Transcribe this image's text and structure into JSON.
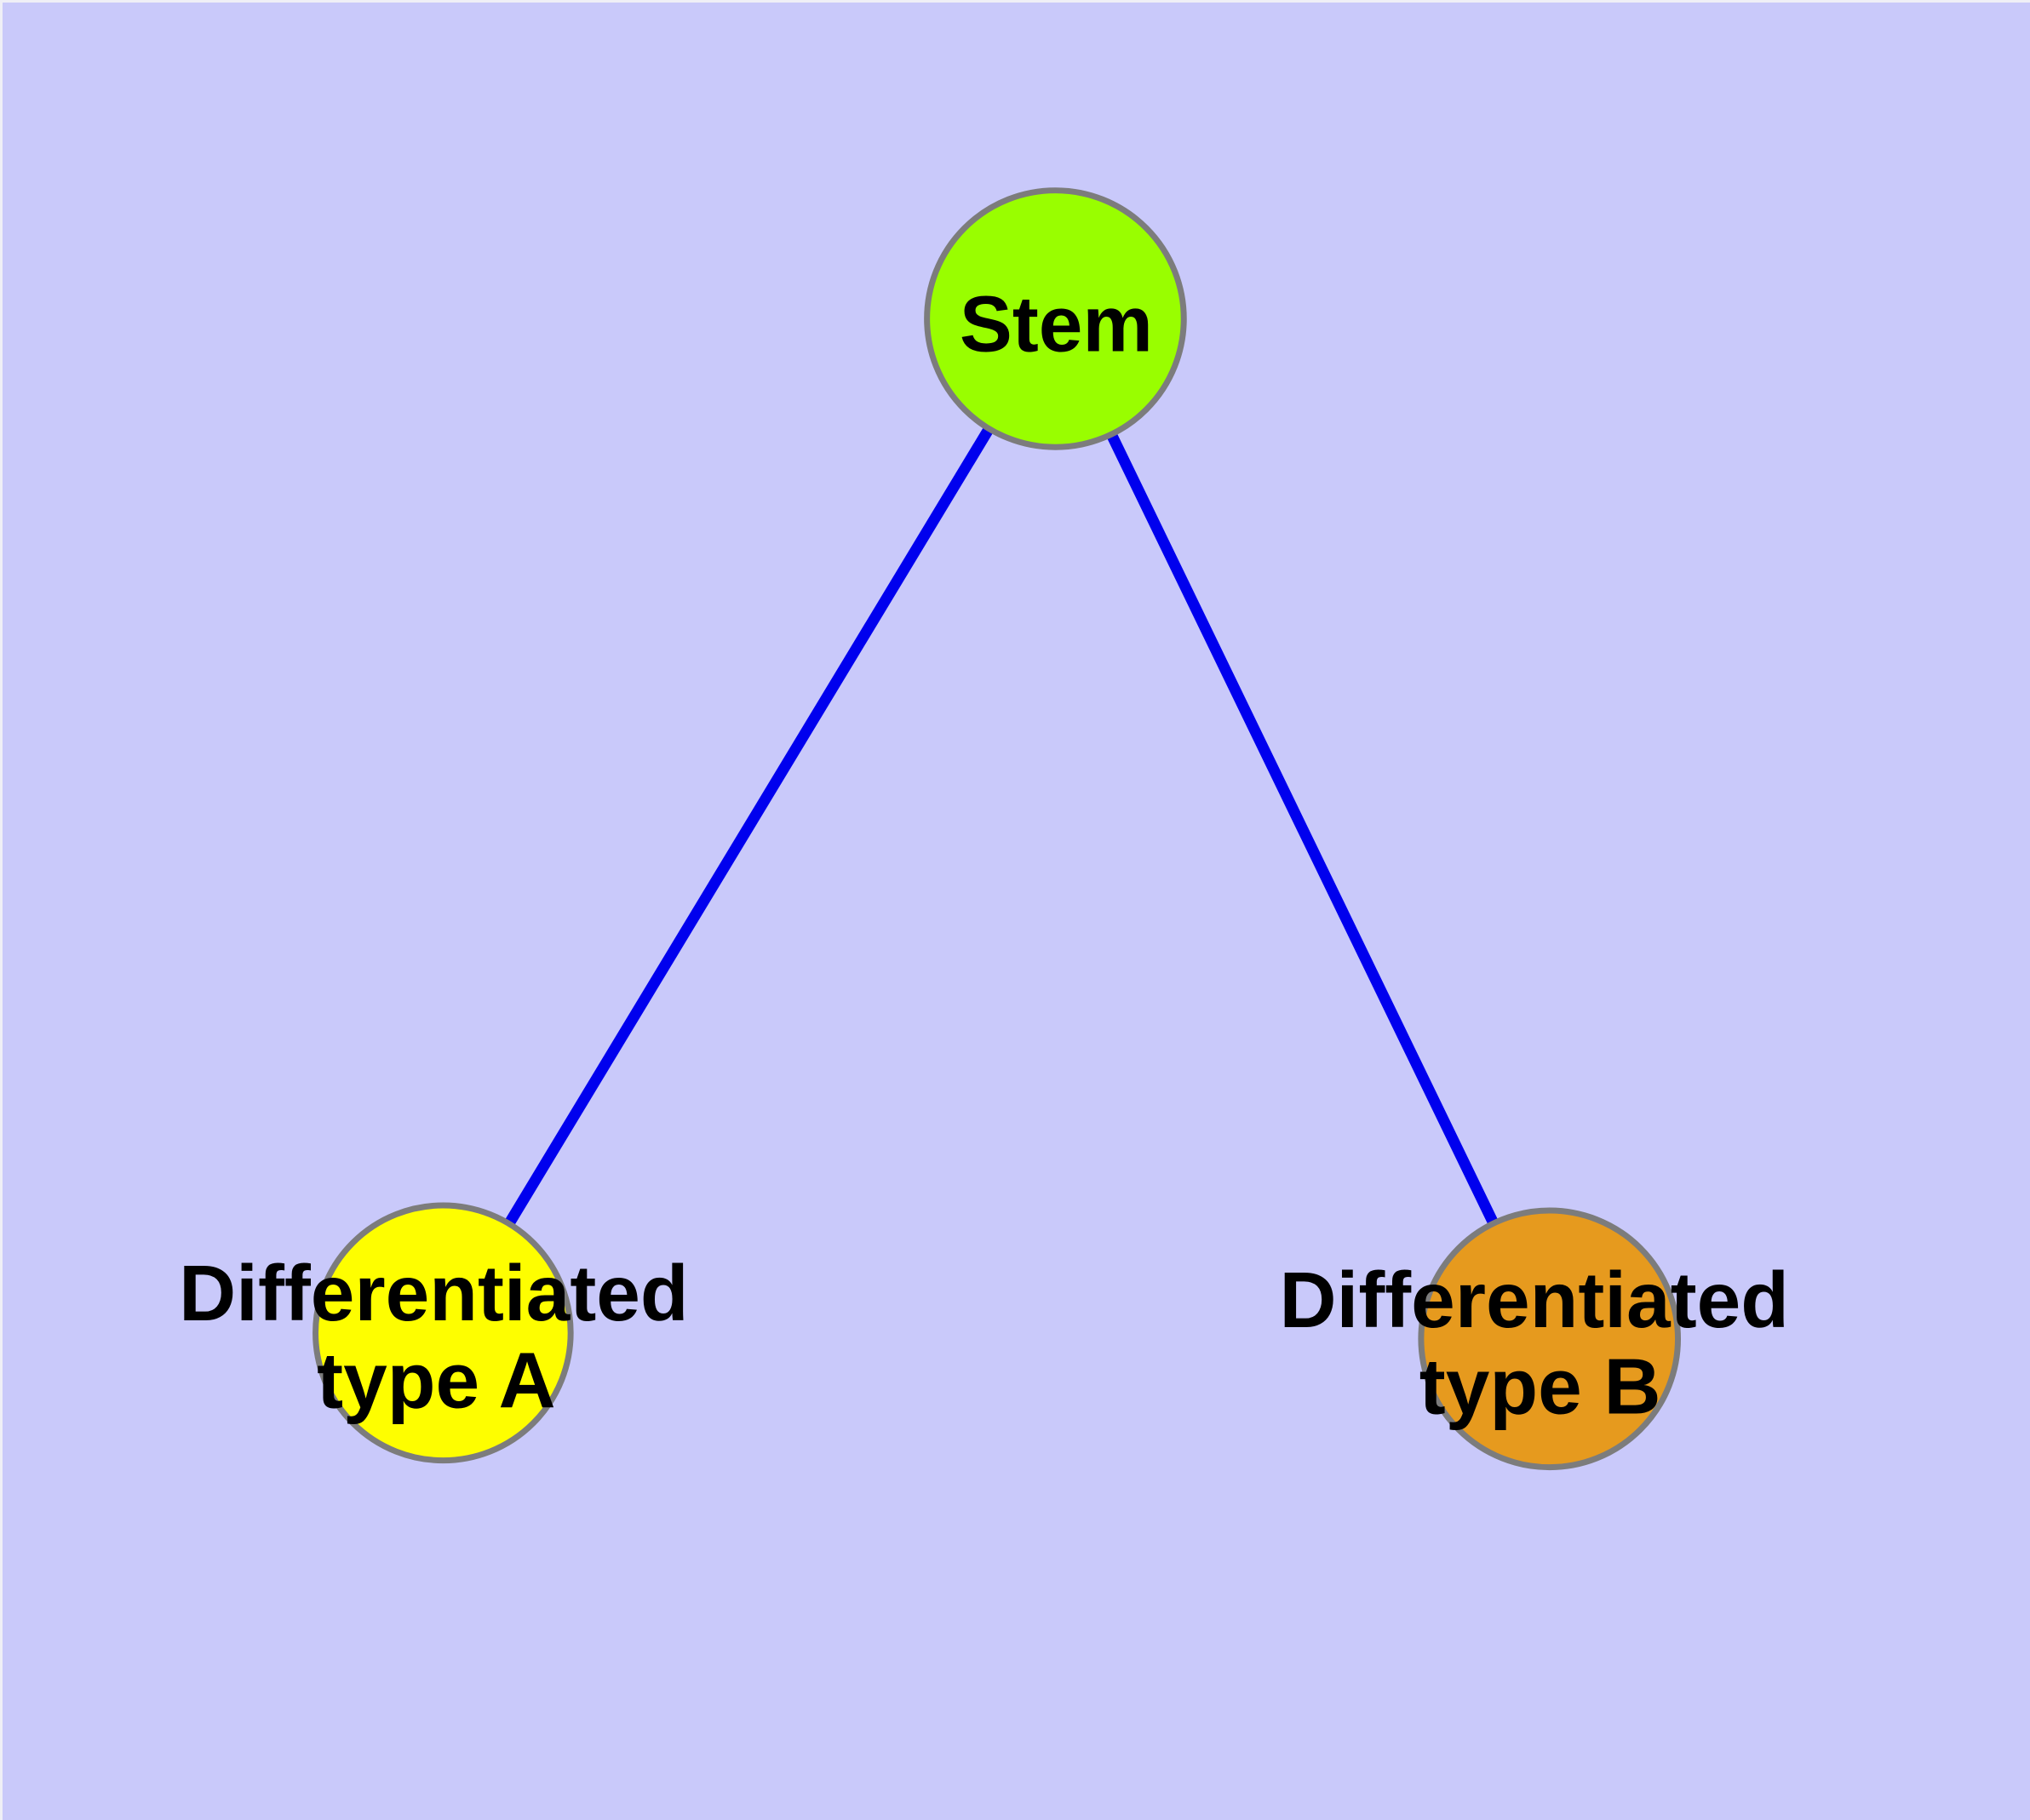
{
  "diagram": {
    "type": "graph",
    "background_color": "#C9C9FA",
    "edge_color": "#0000EE",
    "node_border_color": "#7C7C7C",
    "label_color": "#000000",
    "nodes": [
      {
        "id": "stem",
        "label": "Stem",
        "fill": "#99FE00"
      },
      {
        "id": "type-a",
        "label": "Differentiated type A",
        "label_line1": "Differentiated",
        "label_line2": "type A",
        "fill": "#FEFE00"
      },
      {
        "id": "type-b",
        "label": "Differentiated type B",
        "label_line1": "Differentiated",
        "label_line2": "type B",
        "fill": "#E69A1E"
      }
    ],
    "edges": [
      {
        "from": "Stem",
        "to": "Differentiated type A"
      },
      {
        "from": "Stem",
        "to": "Differentiated type B"
      }
    ]
  }
}
